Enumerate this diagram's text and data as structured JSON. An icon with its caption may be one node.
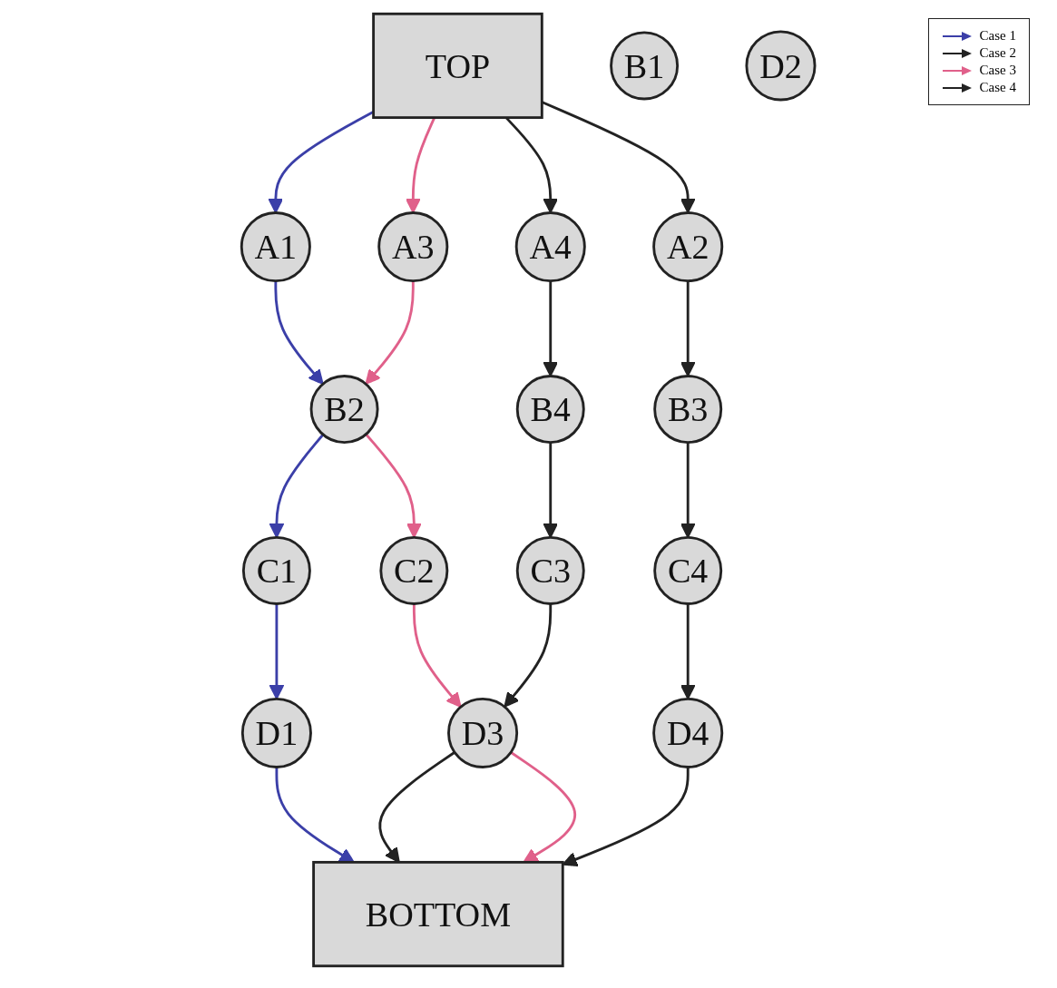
{
  "diagram": {
    "nodes": [
      {
        "text": [
          "TOP"
        ]
      },
      {
        "text": [
          "A1"
        ]
      },
      {
        "text": [
          "A2"
        ]
      },
      {
        "text": [
          "A3"
        ]
      },
      {
        "text": [
          "A4"
        ]
      },
      {
        "text": [
          "B1"
        ]
      },
      {
        "text": [
          "B2"
        ]
      },
      {
        "text": [
          "B3"
        ]
      },
      {
        "text": [
          "B4"
        ]
      },
      {
        "text": [
          "C1"
        ]
      },
      {
        "text": [
          "C2"
        ]
      },
      {
        "text": [
          "C3"
        ]
      },
      {
        "text": [
          "C4"
        ]
      },
      {
        "text": [
          "D1"
        ]
      },
      {
        "text": [
          "D2"
        ]
      },
      {
        "text": [
          "D3"
        ]
      },
      {
        "text": [
          "D4"
        ]
      },
      {
        "text": [
          "BOTTOM"
        ]
      }
    ],
    "edges": [
      {
        "from": 0,
        "to": 1,
        "arrow": "to",
        "color": "#3b3fa8"
      },
      {
        "from": 0,
        "to": 2,
        "arrow": "to"
      },
      {
        "from": 0,
        "to": 3,
        "arrow": "to",
        "color": "#e0608a"
      },
      {
        "from": 0,
        "to": 4,
        "arrow": "to"
      },
      {
        "from": 1,
        "to": 6,
        "arrow": "to",
        "color": "#3b3fa8"
      },
      {
        "from": 3,
        "to": 6,
        "arrow": "to",
        "color": "#e0608a"
      },
      {
        "from": 2,
        "to": 7,
        "arrow": "to"
      },
      {
        "from": 4,
        "to": 8,
        "arrow": "to"
      },
      {
        "from": 6,
        "to": 9,
        "arrow": "to",
        "color": "#3b3fa8"
      },
      {
        "from": 6,
        "to": 10,
        "arrow": "to",
        "color": "#e0608a"
      },
      {
        "from": 8,
        "to": 11,
        "arrow": "to"
      },
      {
        "from": 7,
        "to": 12,
        "arrow": "to"
      },
      {
        "from": 9,
        "to": 13,
        "arrow": "to",
        "color": "#3b3fa8"
      },
      {
        "from": 10,
        "to": 15,
        "arrow": "to",
        "color": "#e0608a"
      },
      {
        "from": 11,
        "to": 15,
        "arrow": "to"
      },
      {
        "from": 12,
        "to": 16,
        "arrow": "to"
      },
      {
        "from": 13,
        "to": 17,
        "arrow": "to",
        "color": "#3b3fa8"
      },
      {
        "from": 15,
        "to": 17,
        "arrow": "to"
      },
      {
        "from": 15,
        "to": 17,
        "arrow": "to",
        "color": "#e0608a"
      },
      {
        "from": 16,
        "to": 17,
        "arrow": "to"
      }
    ],
    "legend": [
      {
        "text": "Case 1",
        "color": "#3b3fa8"
      },
      {
        "text": "Case 2",
        "color": "#222222"
      },
      {
        "text": "Case 3",
        "color": "#e0608a"
      },
      {
        "text": "Case 4",
        "color": "#222222"
      }
    ]
  }
}
